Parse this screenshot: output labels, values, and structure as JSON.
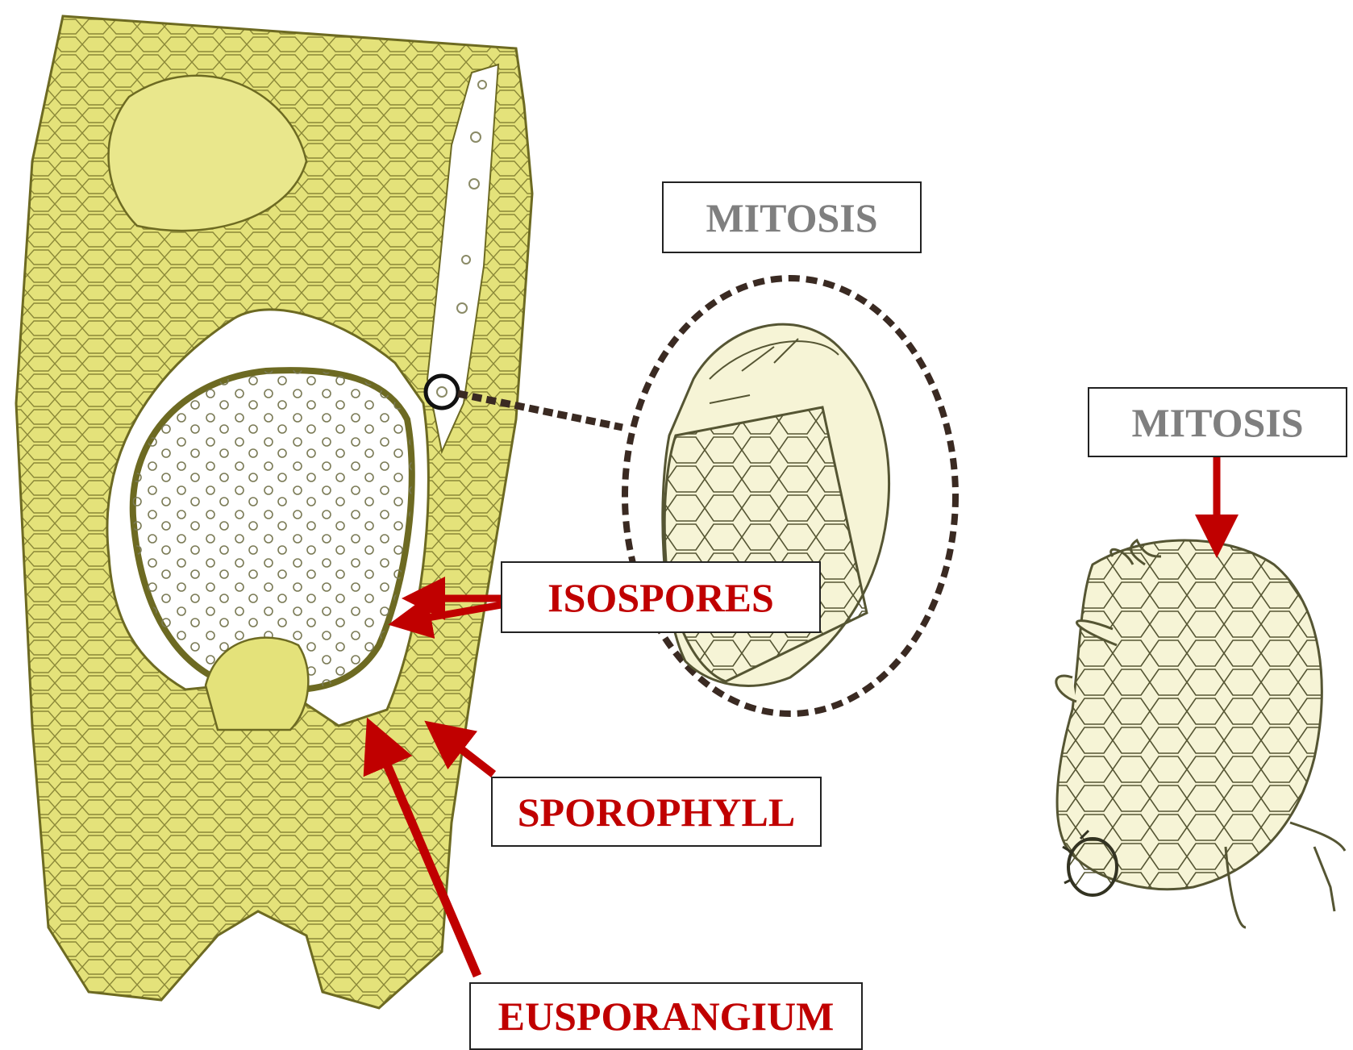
{
  "labels": {
    "mitosis_top": "MITOSIS",
    "mitosis_right": "MITOSIS",
    "isospores": "ISOSPORES",
    "sporophyll": "SPOROPHYLL",
    "eusporangium": "EUSPORANGIUM"
  },
  "colors": {
    "tissue_fill": "#e4e27a",
    "tissue_stroke": "#6d6a22",
    "spore_wall": "#f6f4d6",
    "arrow_red": "#c00000",
    "label_grey": "#7f7f7f",
    "box_border": "#222222"
  }
}
